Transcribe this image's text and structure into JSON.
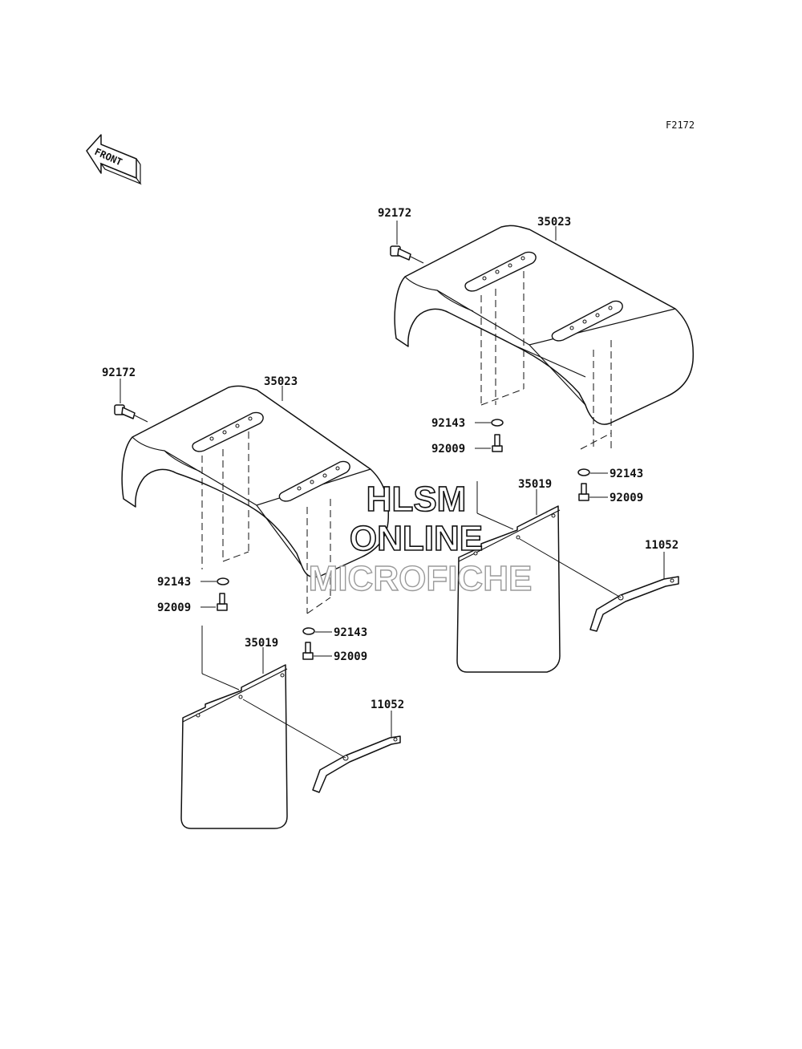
{
  "figure_code": "F2172",
  "front_label": "FRONT",
  "watermark": {
    "line1": "HLSM",
    "line2": "ONLINE",
    "line3": "MICROFICHE"
  },
  "callouts": {
    "upper_bolt": "92172",
    "upper_fender": "35023",
    "upper_collar_left": "92143",
    "upper_bolt_left": "92009",
    "upper_collar_right": "92143",
    "upper_bolt_right": "92009",
    "upper_flap": "35019",
    "upper_bracket": "11052",
    "lower_bolt": "92172",
    "lower_fender": "35023",
    "lower_collar_left": "92143",
    "lower_bolt_left": "92009",
    "lower_collar_right": "92143",
    "lower_bolt_right": "92009",
    "lower_flap": "35019",
    "lower_bracket": "11052"
  }
}
